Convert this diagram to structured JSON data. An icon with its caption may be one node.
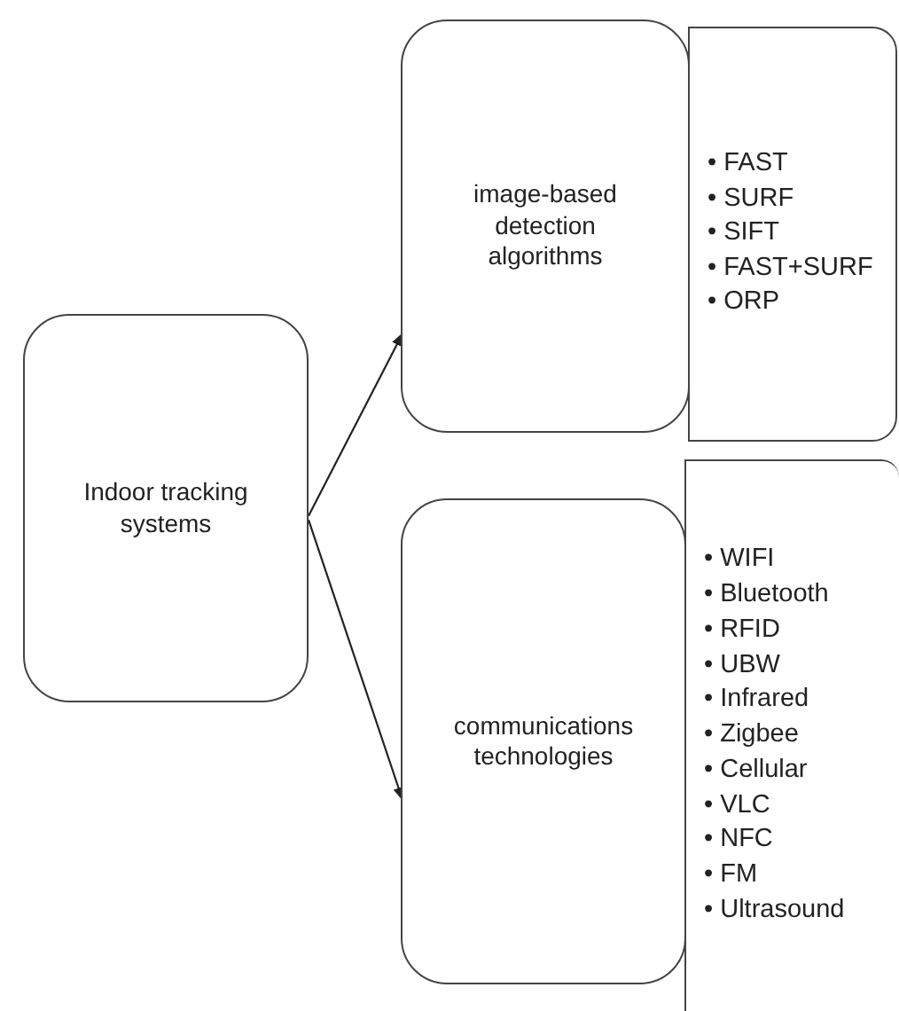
{
  "diagram": {
    "nodes": [
      {
        "text": [
          "Indoor tracking systems"
        ]
      },
      {
        "text": [
          "image-based detection algorithms"
        ]
      },
      {
        "text": [
          "• FAST",
          "• SURF",
          "• SIFT",
          "• FAST+SURF",
          "• ORP"
        ]
      },
      {
        "text": [
          "communications technologies"
        ]
      },
      {
        "text": [
          "• WIFI",
          "• Bluetooth",
          "• RFID",
          "• UBW",
          "• Infrared",
          "• Zigbee",
          "• Cellular",
          "• VLC",
          "• NFC",
          "• FM",
          "• Ultrasound"
        ]
      }
    ],
    "edges": [
      {
        "from": 0,
        "to": 1,
        "arrow": "to"
      },
      {
        "from": 0,
        "to": 3,
        "arrow": "to"
      }
    ]
  }
}
